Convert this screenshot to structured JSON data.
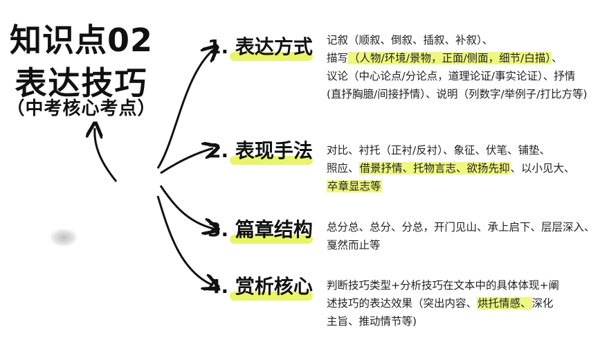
{
  "title": {
    "line1": "知识点02",
    "line2": "表达技巧",
    "line3": "（中考核心考点）"
  },
  "sections": [
    {
      "heading": "1. 表达方式",
      "lines": [
        [
          {
            "t": "记叙（顺叙、倒叙、插叙、补叙）、",
            "h": false
          }
        ],
        [
          {
            "t": "描写",
            "h": false
          },
          {
            "t": "（人物/环境/景物，正面/侧面，细节/白描）",
            "h": true
          },
          {
            "t": "、",
            "h": false
          }
        ],
        [
          {
            "t": "议论（中心论点/分论点，道理论证/事实论证）、抒情",
            "h": false
          }
        ],
        [
          {
            "t": "(直抒胸臆/间接抒情）、说明（列数字/举例子/打比方等)",
            "h": false
          }
        ]
      ]
    },
    {
      "heading": "2. 表现手法",
      "lines": [
        [
          {
            "t": "对比、衬托（正衬/反衬）、象征、伏笔、铺垫、",
            "h": false
          }
        ],
        [
          {
            "t": "照应、",
            "h": false
          },
          {
            "t": "借景抒情、托物言志、欲扬先抑",
            "h": true
          },
          {
            "t": "、以小见大、",
            "h": false
          }
        ],
        [
          {
            "t": "卒章显志等",
            "h": true
          }
        ]
      ]
    },
    {
      "heading": "3. 篇章结构",
      "lines": [
        [
          {
            "t": "总分总、总分、分总，开门见山、承上启下、层层深入、",
            "h": false
          }
        ],
        [
          {
            "t": "戛然而止等",
            "h": false
          }
        ]
      ]
    },
    {
      "heading": "4. 赏析核心",
      "lines": [
        [
          {
            "t": "判断技巧类型+分析技巧在文本中的具体体现+阐",
            "h": false
          }
        ],
        [
          {
            "t": "述技巧的表达效果（突出内容、",
            "h": false
          },
          {
            "t": "烘托情感、",
            "h": true
          },
          {
            "t": "深化",
            "h": false
          }
        ],
        [
          {
            "t": "主旨、推动情节等)",
            "h": false
          }
        ]
      ]
    }
  ],
  "colors": {
    "highlight": "#e8f56a",
    "text": "#111111"
  }
}
